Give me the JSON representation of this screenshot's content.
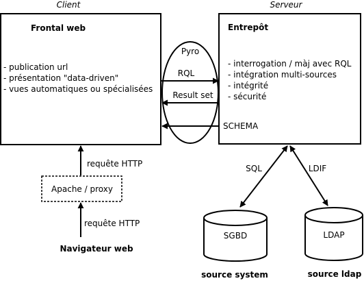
{
  "client": {
    "heading": "Client",
    "title": "Frontal web",
    "items": [
      "- publication url",
      "- présentation \"data-driven\"",
      "- vues automatiques ou spécialisées"
    ]
  },
  "server": {
    "heading": "Serveur",
    "title": "Entrepôt",
    "items": [
      "- interrogation / màj avec RQL",
      "- intégration multi-sources",
      "- intégrité",
      "- sécurité"
    ]
  },
  "pyro": {
    "label": "Pyro",
    "rql": "RQL",
    "result_set": "Result set",
    "schema": "SCHEMA"
  },
  "proxy": {
    "label": "Apache / proxy",
    "http_upper": "requête HTTP",
    "http_lower": "requête HTTP"
  },
  "browser": {
    "label": "Navigateur web"
  },
  "sources": {
    "sql_label": "SQL",
    "ldif_label": "LDIF",
    "sgbd": {
      "cylinder_label": "SGBD",
      "caption": "source system"
    },
    "ldap": {
      "cylinder_label": "LDAP",
      "caption": "source ldap"
    }
  }
}
